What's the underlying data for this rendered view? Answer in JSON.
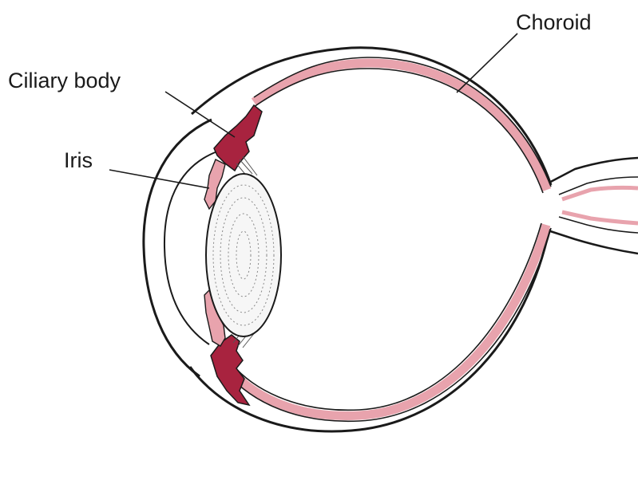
{
  "labels": {
    "choroid": "Choroid",
    "ciliary_body": "Ciliary body",
    "iris": "Iris"
  },
  "colors": {
    "outline": "#1a1a1a",
    "choroid_fill": "#e8a3ad",
    "ciliary_fill": "#a8233f",
    "background": "#ffffff"
  }
}
